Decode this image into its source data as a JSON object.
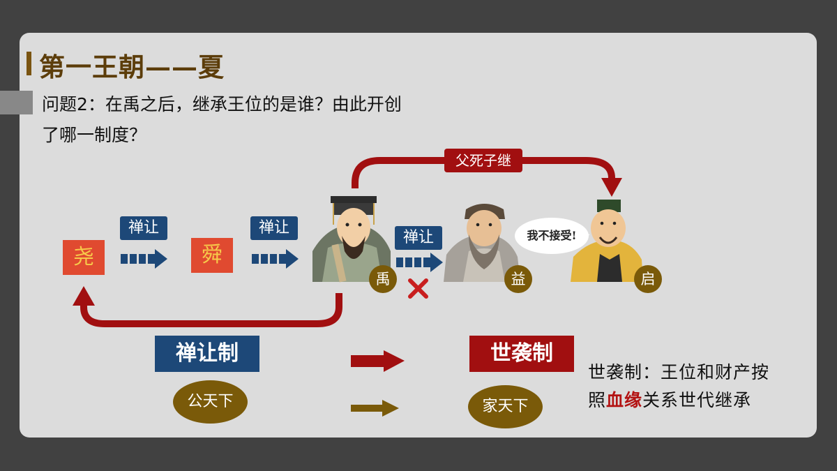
{
  "slide": {
    "title": "第一王朝——夏",
    "question_line1": "问题2：在禹之后，继承王位的是谁？由此开创",
    "question_line2": "了哪一制度？"
  },
  "people": {
    "yao": "尧",
    "shun": "舜",
    "yu": "禹",
    "yi": "益",
    "qi": "启"
  },
  "labels": {
    "shanrang_1": "禅让",
    "shanrang_2": "禅让",
    "shanrang_3": "禅让",
    "fu_si_zi_ji": "父死子继",
    "wo_bu_jieshou": "我不接受!"
  },
  "systems": {
    "shanrang_zhi": "禅让制",
    "shixi_zhi": "世袭制",
    "gong_tianxia": "公天下",
    "jia_tianxia": "家天下"
  },
  "definition": {
    "part1": "世袭制：王位和财产按",
    "part2": "照",
    "highlight": "血缘",
    "part3": "关系世代继承"
  },
  "colors": {
    "background": "#414141",
    "card": "#dcdcdc",
    "title_brown": "#5c3d0a",
    "name_red": "#e04a30",
    "label_blue": "#1d4878",
    "arrow_red": "#a10f10",
    "badge_gold": "#7a5a09"
  },
  "icons": {
    "yu_portrait": "emperor-portrait",
    "yi_portrait": "bearded-elder-portrait",
    "qi_portrait": "prince-portrait",
    "rejected": "x-mark-icon"
  }
}
